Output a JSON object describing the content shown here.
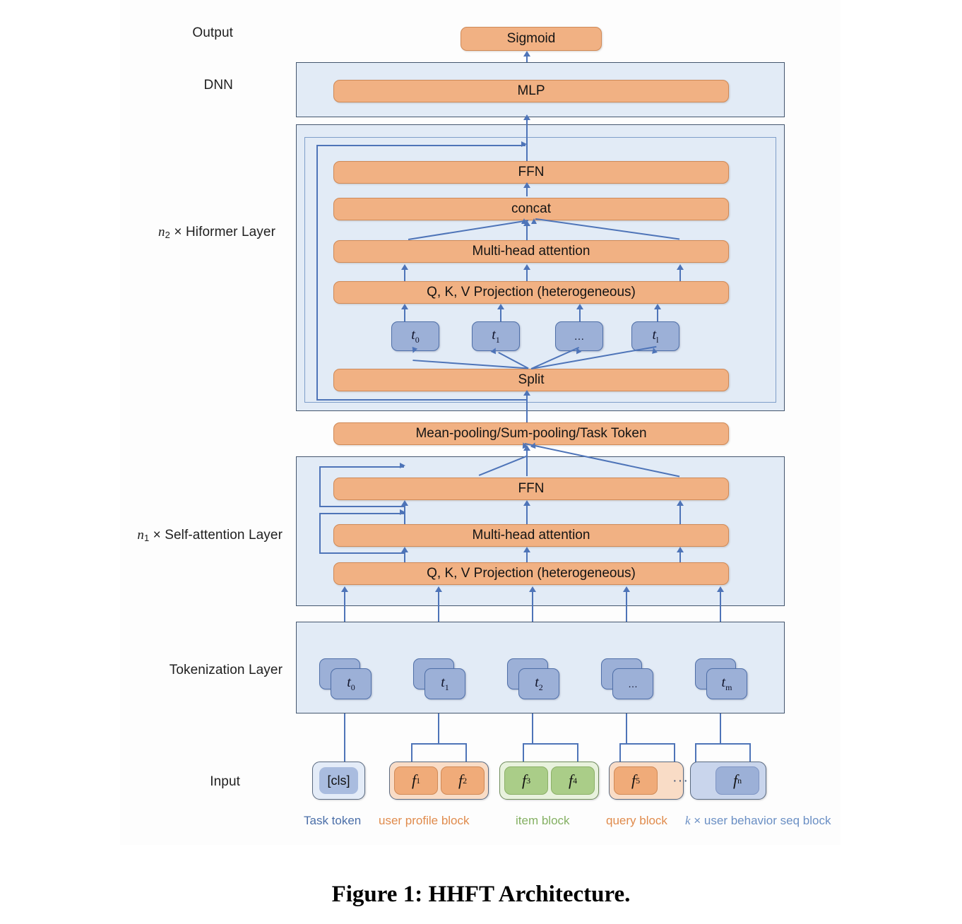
{
  "figure": {
    "caption": "Figure 1: HHFT Architecture."
  },
  "row_labels": {
    "output": "Output",
    "dnn": "DNN",
    "hiformer_prefix": "n",
    "hiformer_sub": "2",
    "hiformer_text": " × Hiformer Layer",
    "selfattn_prefix": "n",
    "selfattn_sub": "1",
    "selfattn_text": " ×  Self-attention Layer",
    "tokenization": "Tokenization Layer",
    "input": "Input"
  },
  "output_layer": {
    "sigmoid": "Sigmoid"
  },
  "dnn_layer": {
    "mlp": "MLP"
  },
  "hiformer_layer": {
    "ffn": "FFN",
    "concat": "concat",
    "multi_head_attention": "Multi-head attention",
    "qkv_projection": "Q, K, V Projection (heterogeneous)",
    "split": "Split",
    "tokens": [
      {
        "base": "t",
        "sub": "0"
      },
      {
        "base": "t",
        "sub": "1"
      },
      {
        "base": "…",
        "sub": ""
      },
      {
        "base": "t",
        "sub": "l"
      }
    ]
  },
  "pooling": {
    "label": "Mean-pooling/Sum-pooling/Task Token"
  },
  "self_attention_layer": {
    "ffn": "FFN",
    "multi_head_attention": "Multi-head attention",
    "qkv_projection": "Q, K, V Projection (heterogeneous)"
  },
  "tokenization_layer": {
    "tokens": [
      {
        "base": "t",
        "sub": "0"
      },
      {
        "base": "t",
        "sub": "1"
      },
      {
        "base": "t",
        "sub": "2"
      },
      {
        "base": "…",
        "sub": ""
      },
      {
        "base": "t",
        "sub": "m"
      }
    ]
  },
  "input_layer": {
    "task_token": "[cls]",
    "features": [
      {
        "base": "f",
        "sub": "1"
      },
      {
        "base": "f",
        "sub": "2"
      },
      {
        "base": "f",
        "sub": "3"
      },
      {
        "base": "f",
        "sub": "4"
      },
      {
        "base": "f",
        "sub": "5"
      },
      {
        "base": "f",
        "sub": "n"
      }
    ],
    "ellipsis": "······",
    "legend": {
      "task_token": "Task token",
      "user_profile": "user profile block",
      "item": "item block",
      "query": "query block",
      "behavior_k": "k",
      "behavior_rest": " × user behavior seq block"
    }
  },
  "colors": {
    "panel_fill": "#e2ebf6",
    "panel_border": "#44566e",
    "inner_border": "#7e9ec9",
    "orange_fill": "#f1b183",
    "orange_border": "#d08a57",
    "token_blue_fill": "#9cb0d7",
    "token_blue_border": "#4f6fa8",
    "arrow": "#4e74b8",
    "user_profile_block": "#f9dcc6",
    "user_profile_chip": "#f0ab79",
    "item_block": "#e8f2dd",
    "item_chip": "#aacd88",
    "query_block": "#f9dcc6",
    "query_chip": "#f0ab79",
    "behavior_block": "#c9d5ec",
    "behavior_chip": "#9cb0d7",
    "task_block": "#e4ecf8",
    "task_chip": "#a9bcdf",
    "legend_task": "#4a6ea8",
    "legend_profile": "#e08b4c",
    "legend_item": "#84b062",
    "legend_query": "#e08b4c",
    "legend_behavior": "#6a8fc4"
  }
}
